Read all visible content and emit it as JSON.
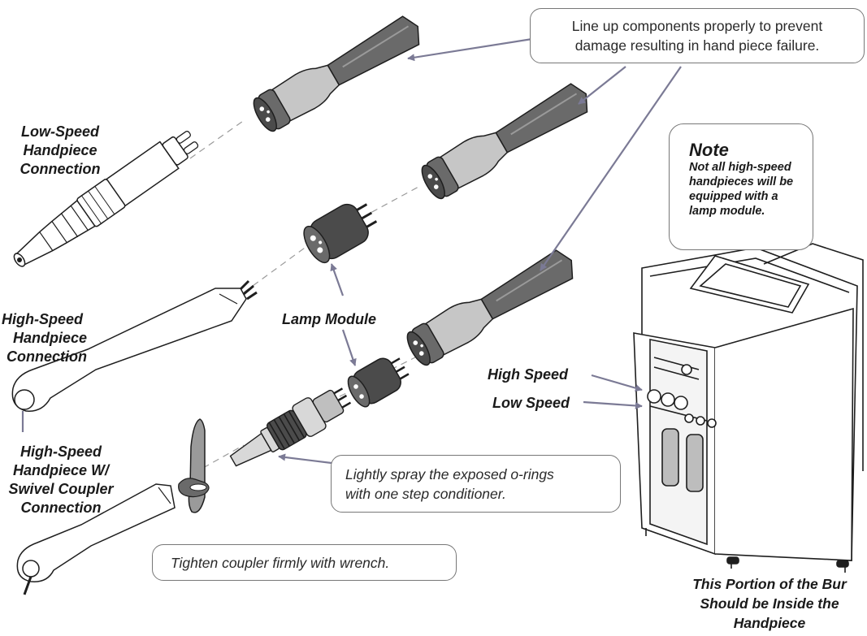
{
  "callouts": {
    "top": [
      "Line up components properly to prevent",
      "damage resulting in hand piece failure."
    ],
    "spray": [
      "Lightly spray the exposed o-rings",
      "with one step conditioner."
    ],
    "tighten": "Tighten coupler firmly with wrench."
  },
  "note": {
    "heading": "Note",
    "body": [
      "Not all high-speed",
      "handpieces will be",
      "equipped with a",
      "lamp module."
    ]
  },
  "labels": {
    "low_speed_connection": [
      "Low-Speed",
      "Handpiece",
      "Connection"
    ],
    "high_speed_connection": [
      "High-Speed",
      "Handpiece",
      "Connection"
    ],
    "swivel_connection": [
      "High-Speed",
      "Handpiece W/",
      "Swivel Coupler",
      "Connection"
    ],
    "lamp_module": "Lamp Module",
    "high_speed": "High Speed",
    "low_speed": "Low Speed",
    "bur_note": [
      "This Portion of the Bur",
      "Should be Inside the",
      "Handpiece"
    ]
  },
  "colors": {
    "arrow": "#7b7a95",
    "outline": "#1e1e1e",
    "tube_gray": "#6a6a6a",
    "sleeve_gray": "#c6c6c6",
    "module_dark": "#4b4b4b"
  }
}
